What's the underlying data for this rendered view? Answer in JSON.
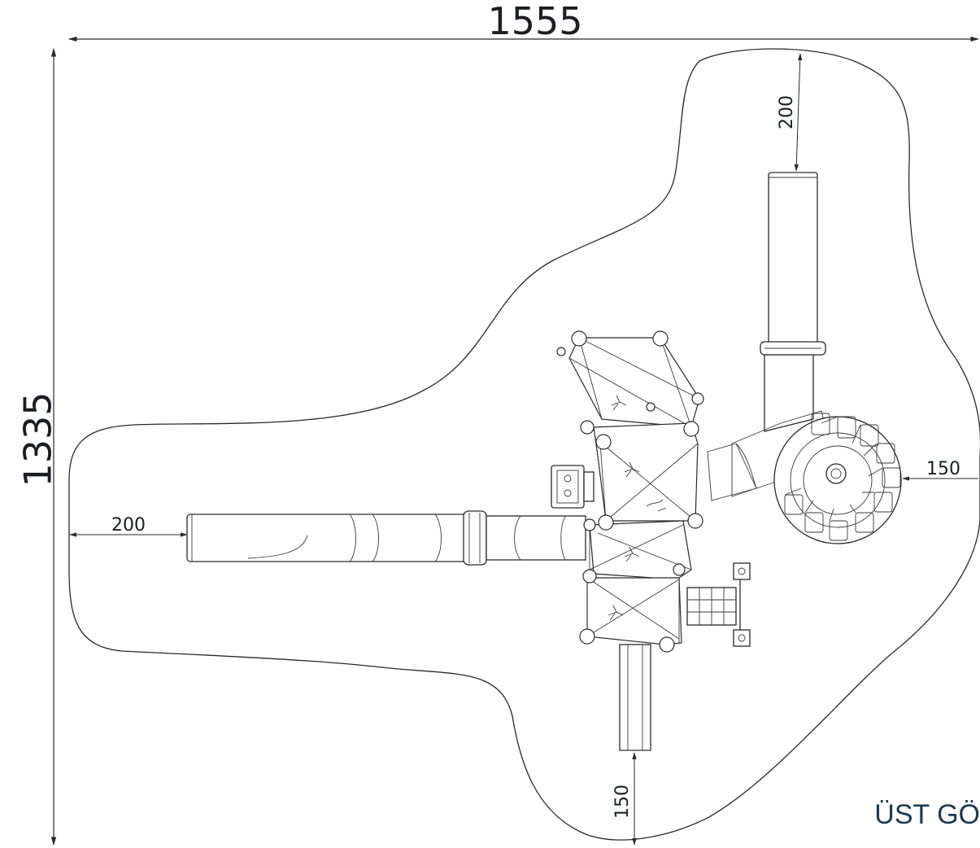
{
  "dimensions": {
    "overall_width": "1555",
    "overall_height": "1335",
    "left_slide_clearance": "200",
    "top_slide_clearance": "200",
    "right_spiral_clearance": "150",
    "bottom_ladder_clearance": "150"
  },
  "view_label": "ÜST GÖ",
  "colors": {
    "line": "#2a2a2a",
    "label": "#1e3a52",
    "background": "#ffffff"
  }
}
